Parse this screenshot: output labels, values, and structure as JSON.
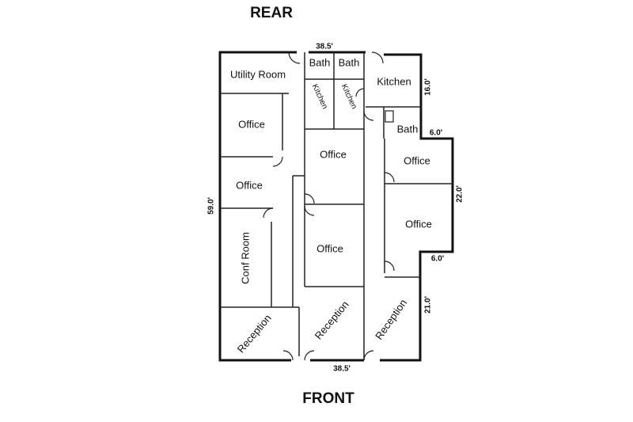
{
  "plan": {
    "rear_label": "REAR",
    "front_label": "FRONT",
    "dimensions": {
      "top_width": "38.5'",
      "bottom_width": "38.5'",
      "left_depth": "59.0'",
      "kitchen_depth": "16.0'",
      "upper_step": "6.0'",
      "right_mid": "22.0'",
      "lower_step": "6.0'",
      "front_right": "21.0'"
    },
    "rooms": {
      "utility": "Utility Room",
      "bath_1": "Bath",
      "bath_2": "Bath",
      "kitchen_small_1": "Kitchen",
      "kitchen_small_2": "Kitchen",
      "kitchen_main": "Kitchen",
      "bath_3": "Bath",
      "office_left_1": "Office",
      "office_left_2": "Office",
      "conf_room": "Conf Room",
      "reception_left": "Reception",
      "office_mid_1": "Office",
      "office_mid_2": "Office",
      "reception_mid": "Reception",
      "office_right_1": "Office",
      "office_right_2": "Office",
      "reception_right": "Reception"
    }
  }
}
